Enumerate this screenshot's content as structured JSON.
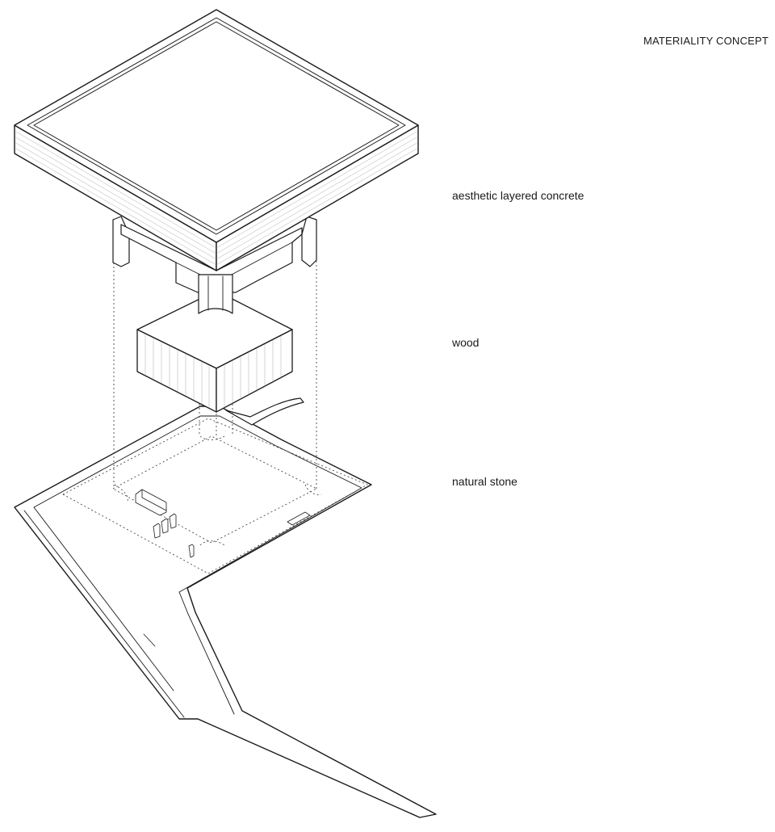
{
  "title": "MATERIALITY CONCEPT",
  "labels": {
    "concrete": "aesthetic layered concrete",
    "wood": "wood",
    "stone": "natural stone"
  }
}
